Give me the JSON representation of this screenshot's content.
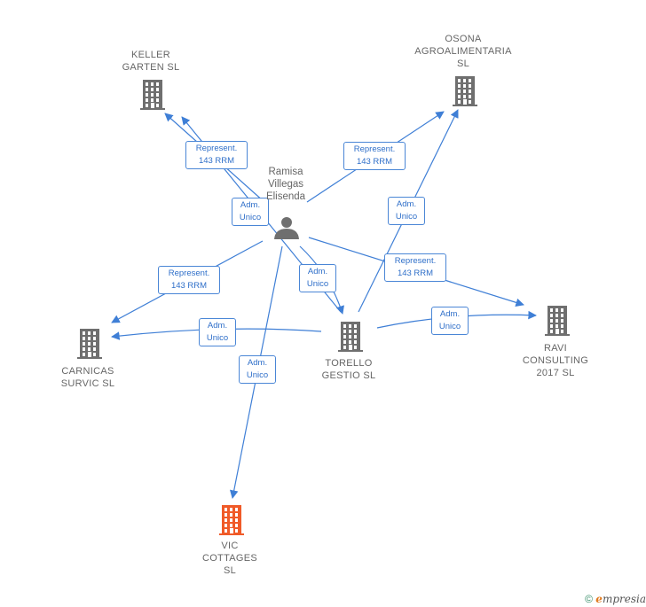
{
  "nodes": [
    {
      "id": "keller",
      "label": "KELLER\nGARTEN  SL",
      "type": "company",
      "color": "#6f6f6f"
    },
    {
      "id": "osona",
      "label": "OSONA\nAGROALIMENTARIA\nSL",
      "type": "company",
      "color": "#6f6f6f"
    },
    {
      "id": "ramisa",
      "label": "Ramisa\nVillegas\nElisenda",
      "type": "person",
      "color": "#6f6f6f"
    },
    {
      "id": "carnicas",
      "label": "CARNICAS\nSURVIC SL",
      "type": "company",
      "color": "#6f6f6f"
    },
    {
      "id": "torello",
      "label": "TORELLO\nGESTIO SL",
      "type": "company",
      "color": "#6f6f6f"
    },
    {
      "id": "ravi",
      "label": "RAVI\nCONSULTING\n2017  SL",
      "type": "company",
      "color": "#6f6f6f"
    },
    {
      "id": "vic",
      "label": "VIC\nCOTTAGES\nSL",
      "type": "company",
      "color": "#f05a28"
    }
  ],
  "edges": [
    {
      "id": "e1",
      "from": "ramisa",
      "to": "keller",
      "label": "Represent.\n143 RRM"
    },
    {
      "id": "e2",
      "from": "torello",
      "to": "keller",
      "label": "Adm.\nUnico"
    },
    {
      "id": "e3",
      "from": "ramisa",
      "to": "osona",
      "label": "Represent.\n143 RRM"
    },
    {
      "id": "e4",
      "from": "torello",
      "to": "osona",
      "label": "Adm.\nUnico"
    },
    {
      "id": "e5",
      "from": "ramisa",
      "to": "torello",
      "label": "Adm.\nUnico"
    },
    {
      "id": "e6",
      "from": "ramisa",
      "to": "ravi",
      "label": "Represent.\n143 RRM"
    },
    {
      "id": "e7",
      "from": "ramisa",
      "to": "carnicas",
      "label": "Represent.\n143 RRM"
    },
    {
      "id": "e8",
      "from": "torello",
      "to": "carnicas",
      "label": "Adm.\nUnico"
    },
    {
      "id": "e9",
      "from": "torello",
      "to": "ravi",
      "label": "Adm.\nUnico"
    },
    {
      "id": "e10",
      "from": "ramisa",
      "to": "vic",
      "label": "Adm.\nUnico"
    }
  ],
  "footer": {
    "copyright": "©",
    "brand_initial": "e",
    "brand_rest": "mpresia"
  },
  "colors": {
    "edge": "#3f7fd6",
    "company": "#6f6f6f",
    "highlight": "#f05a28"
  }
}
